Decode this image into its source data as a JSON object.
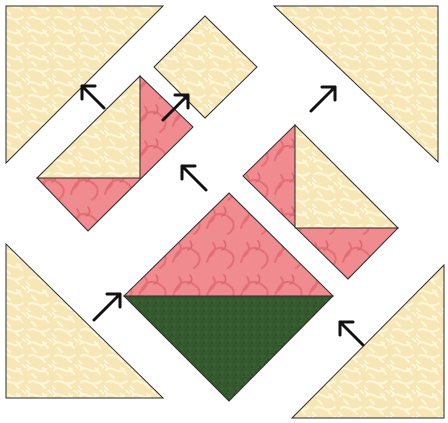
{
  "colors": {
    "background": "#ffffff",
    "cream": "#f7e7b6",
    "cream_pattern": "#fff6d9",
    "pink": "#f08b8f",
    "pink_pattern": "#e46e76",
    "green": "#365a2f",
    "green_dark": "#264622",
    "outline": "#2a2a2a",
    "arrow": "#111111"
  },
  "pieces": [
    {
      "name": "cream-triangle-top-left",
      "fabric": "cream"
    },
    {
      "name": "cream-square-top-center",
      "fabric": "cream"
    },
    {
      "name": "cream-triangle-top-right",
      "fabric": "cream"
    },
    {
      "name": "half-square-unit-left-cream",
      "fabric": "cream"
    },
    {
      "name": "half-square-unit-left-pink",
      "fabric": "pink"
    },
    {
      "name": "half-square-unit-right-cream",
      "fabric": "cream"
    },
    {
      "name": "half-square-unit-right-pink",
      "fabric": "pink"
    },
    {
      "name": "center-pink-triangle",
      "fabric": "pink"
    },
    {
      "name": "center-green-triangle",
      "fabric": "green"
    },
    {
      "name": "cream-triangle-bottom-left",
      "fabric": "cream"
    },
    {
      "name": "cream-triangle-bottom-right",
      "fabric": "cream"
    }
  ],
  "arrows": [
    {
      "name": "arrow-top-left-unit",
      "direction": "up-left"
    },
    {
      "name": "arrow-top-center-square",
      "direction": "up-right"
    },
    {
      "name": "arrow-top-right-triangle",
      "direction": "up-right"
    },
    {
      "name": "arrow-center-up",
      "direction": "up-left"
    },
    {
      "name": "arrow-bottom-left",
      "direction": "up-right"
    },
    {
      "name": "arrow-bottom-right",
      "direction": "up-left"
    }
  ]
}
